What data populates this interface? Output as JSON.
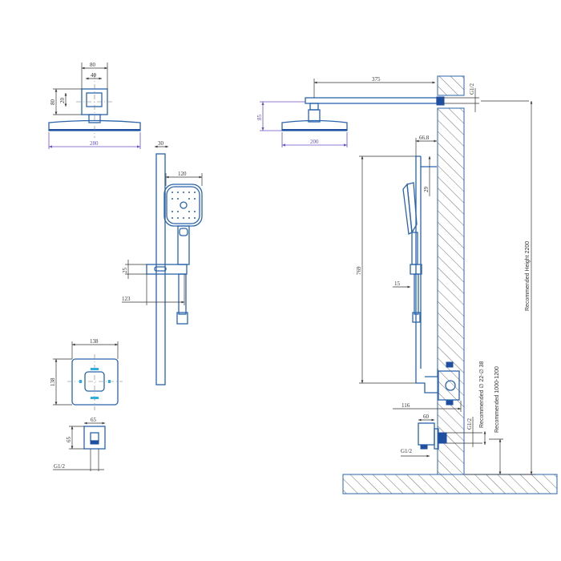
{
  "colors": {
    "outline": "#2a64ad",
    "dimension": "#333333",
    "accent_dimension": "#6a4fc0"
  },
  "overhead_shower_front": {
    "width_bracket": "80",
    "width_bracket_inner": "40",
    "height_bracket": "80",
    "height_inner": "20",
    "head_diameter": "280"
  },
  "slide_rail": {
    "rail_width": "30",
    "handshower_width": "120",
    "holder_height": "25",
    "holder_offset": "123"
  },
  "wall_plate": {
    "width": "138",
    "height": "138"
  },
  "outlet_elbow": {
    "width": "65",
    "height": "65",
    "thread": "G1/2"
  },
  "side_view": {
    "arm_length": "375",
    "arm_thread": "G1/2",
    "head_height": "85",
    "head_diameter": "200",
    "rail_offset": "66.8",
    "top_offset": "29",
    "rail_length": "769",
    "holder_offset": "15",
    "valve_depth": "116",
    "outlet_depth": "60",
    "outlet_thread": "G1/2",
    "outlet_thread_2": "G1/2",
    "pipe_diameter": "Recommended ∅ 22-∅ 38",
    "valve_height": "Recommended 1000-1200",
    "total_height": "Recommended Height  2200"
  }
}
